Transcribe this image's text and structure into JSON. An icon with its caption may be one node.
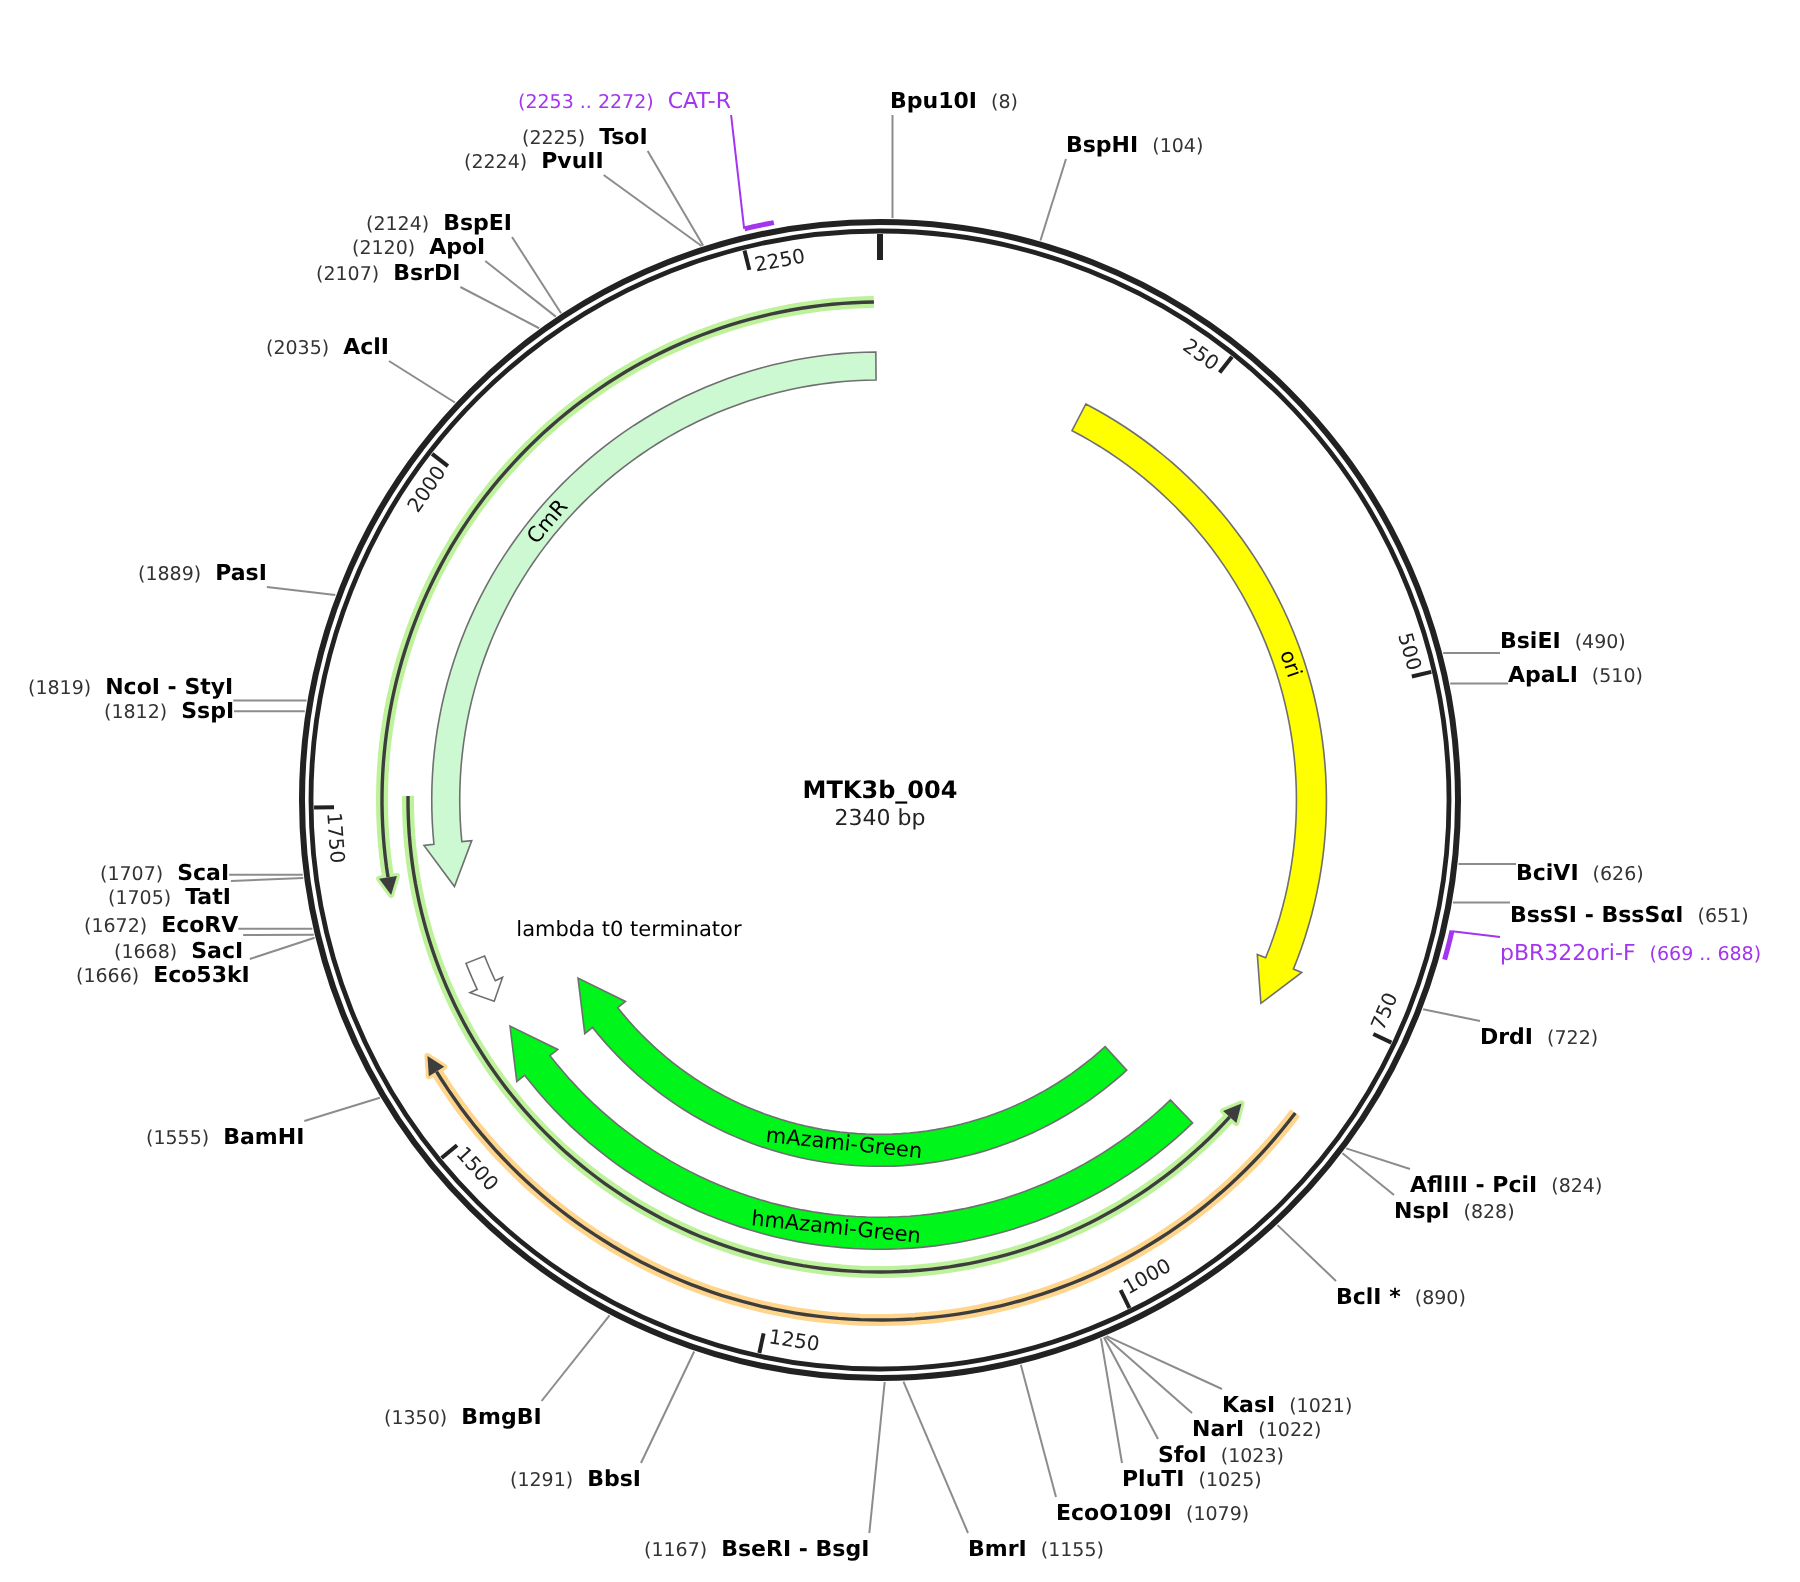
{
  "diagram": {
    "title": "MTK3b_004",
    "nodes": [
      {
        "text": [
          "Bpu10I",
          "(8)"
        ]
      },
      {
        "text": [
          "BspHI",
          "(104)"
        ]
      },
      {
        "text": [
          "BsiEI",
          "(490)"
        ]
      },
      {
        "text": [
          "ApaLI",
          "(510)"
        ]
      },
      {
        "text": [
          "BciVI",
          "(626)"
        ]
      },
      {
        "text": [
          "BssSI - BssSαI",
          "(651)"
        ]
      },
      {
        "text": [
          "pBR322ori-F",
          "(669 .. 688)"
        ]
      },
      {
        "text": [
          "DrdI",
          "(722)"
        ]
      },
      {
        "text": [
          "AflIII - PciI",
          "(824)"
        ]
      },
      {
        "text": [
          "NspI",
          "(828)"
        ]
      },
      {
        "text": [
          "BclI *",
          "(890)"
        ]
      },
      {
        "text": [
          "KasI",
          "(1021)"
        ]
      },
      {
        "text": [
          "NarI",
          "(1022)"
        ]
      },
      {
        "text": [
          "SfoI",
          "(1023)"
        ]
      },
      {
        "text": [
          "PluTI",
          "(1025)"
        ]
      },
      {
        "text": [
          "EcoO109I",
          "(1079)"
        ]
      },
      {
        "text": [
          "BmrI",
          "(1155)"
        ]
      },
      {
        "text": [
          "(1167)",
          "BseRI - BsgI"
        ]
      },
      {
        "text": [
          "(1291)",
          "BbsI"
        ]
      },
      {
        "text": [
          "(1350)",
          "BmgBI"
        ]
      },
      {
        "text": [
          "(1555)",
          "BamHI"
        ]
      },
      {
        "text": [
          "(1666)",
          "Eco53kI"
        ]
      },
      {
        "text": [
          "(1668)",
          "SacI"
        ]
      },
      {
        "text": [
          "(1672)",
          "EcoRV"
        ]
      },
      {
        "text": [
          "(1705)",
          "TatI"
        ]
      },
      {
        "text": [
          "(1707)",
          "ScaI"
        ]
      },
      {
        "text": [
          "(1812)",
          "SspI"
        ]
      },
      {
        "text": [
          "(1819)",
          "NcoI - StyI"
        ]
      },
      {
        "text": [
          "(1889)",
          "PasI"
        ]
      },
      {
        "text": [
          "(2035)",
          "AclI"
        ]
      },
      {
        "text": [
          "(2107)",
          "BsrDI"
        ]
      },
      {
        "text": [
          "(2120)",
          "ApoI"
        ]
      },
      {
        "text": [
          "(2124)",
          "BspEI"
        ]
      },
      {
        "text": [
          "(2224)",
          "PvuII"
        ]
      },
      {
        "text": [
          "(2225)",
          "TsoI"
        ]
      },
      {
        "text": [
          "(2253 .. 2272)",
          "CAT-R"
        ]
      },
      {
        "text": [
          "ori"
        ]
      },
      {
        "text": [
          "hmAzami-Green"
        ]
      },
      {
        "text": [
          "mAzami-Green"
        ]
      },
      {
        "text": [
          "lambda t0 terminator"
        ]
      },
      {
        "text": [
          "CmR"
        ]
      },
      {
        "text": [],
        "shape": "bar"
      },
      {
        "text": [],
        "shape": "bar"
      }
    ],
    "edges": [
      {
        "from": 0,
        "to": null,
        "arrow": "none"
      },
      {
        "from": 1,
        "to": null,
        "arrow": "none"
      },
      {
        "from": 2,
        "to": null,
        "arrow": "none"
      },
      {
        "from": 3,
        "to": null,
        "arrow": "none"
      },
      {
        "from": 4,
        "to": null,
        "arrow": "none"
      },
      {
        "from": 5,
        "to": null,
        "arrow": "none"
      },
      {
        "from": 6,
        "to": 41,
        "arrow": "none",
        "color": "#a335ee"
      },
      {
        "from": 7,
        "to": null,
        "arrow": "none"
      },
      {
        "from": 8,
        "to": null,
        "arrow": "none"
      },
      {
        "from": 9,
        "to": null,
        "arrow": "none"
      },
      {
        "from": 10,
        "to": null,
        "arrow": "none"
      },
      {
        "from": 11,
        "to": null,
        "arrow": "none"
      },
      {
        "from": 12,
        "to": null,
        "arrow": "none"
      },
      {
        "from": 13,
        "to": null,
        "arrow": "none"
      },
      {
        "from": 14,
        "to": null,
        "arrow": "none"
      },
      {
        "from": 15,
        "to": null,
        "arrow": "none"
      },
      {
        "from": 16,
        "to": null,
        "arrow": "none"
      },
      {
        "from": 17,
        "to": null,
        "arrow": "none"
      },
      {
        "from": 18,
        "to": null,
        "arrow": "none"
      },
      {
        "from": 19,
        "to": null,
        "arrow": "none"
      },
      {
        "from": 20,
        "to": null,
        "arrow": "none"
      },
      {
        "from": 21,
        "to": null,
        "arrow": "none"
      },
      {
        "from": 22,
        "to": null,
        "arrow": "none"
      },
      {
        "from": 23,
        "to": null,
        "arrow": "none"
      },
      {
        "from": 24,
        "to": null,
        "arrow": "none"
      },
      {
        "from": 25,
        "to": null,
        "arrow": "none"
      },
      {
        "from": 26,
        "to": null,
        "arrow": "none"
      },
      {
        "from": 27,
        "to": null,
        "arrow": "none"
      },
      {
        "from": 28,
        "to": null,
        "arrow": "none"
      },
      {
        "from": 29,
        "to": null,
        "arrow": "none"
      },
      {
        "from": 30,
        "to": null,
        "arrow": "none"
      },
      {
        "from": 31,
        "to": null,
        "arrow": "none"
      },
      {
        "from": 32,
        "to": null,
        "arrow": "none"
      },
      {
        "from": 33,
        "to": null,
        "arrow": "none"
      },
      {
        "from": 34,
        "to": null,
        "arrow": "none"
      },
      {
        "from": 35,
        "to": 42,
        "arrow": "none",
        "color": "#a335ee"
      }
    ],
    "labels": [
      "2340 bp",
      "250",
      "500",
      "750",
      "1000",
      "1250",
      "1500",
      "1750",
      "2000",
      "2250"
    ]
  }
}
